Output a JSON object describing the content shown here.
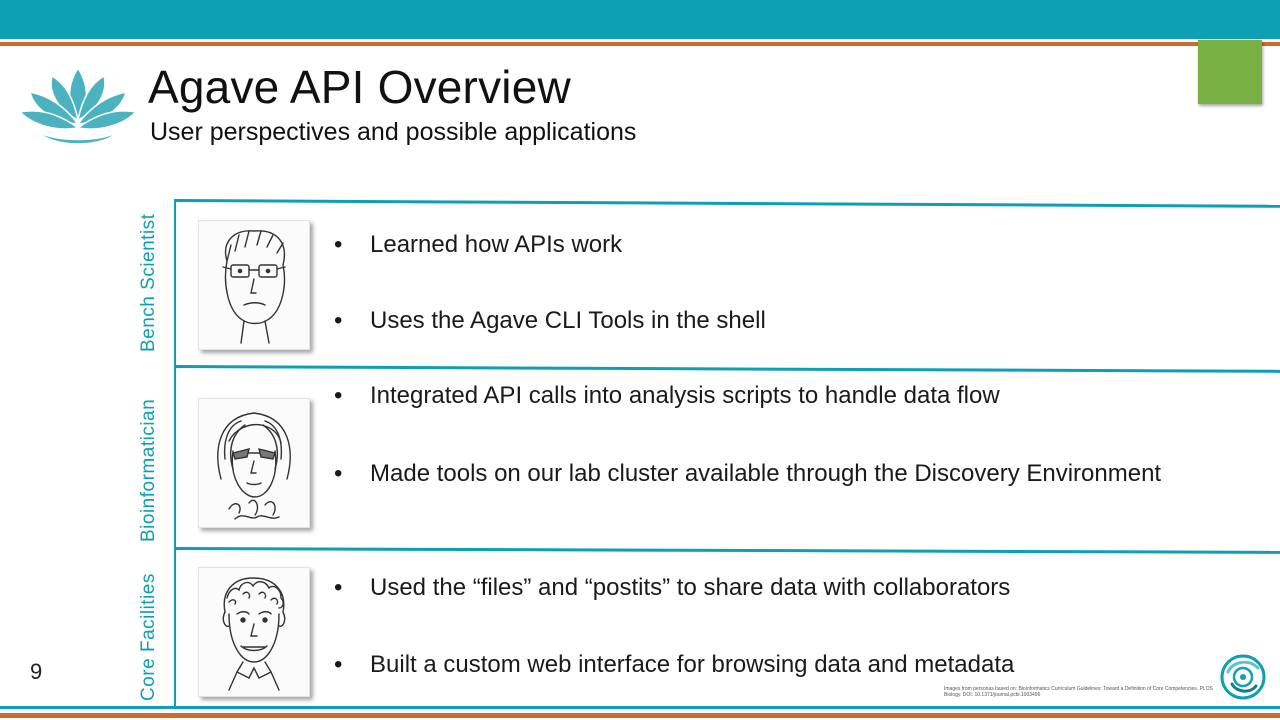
{
  "slide": {
    "title": "Agave API Overview",
    "subtitle": "User perspectives and possible applications",
    "page_number": "9",
    "footnote": "Images from personas based on: Bioinformatics Curriculum Guidelines: Toward a Definition of Core Competencies. PLOS Biology. DOI: 10.1371/journal.pcbi.1003496"
  },
  "personas": [
    {
      "label": "Bench Scientist",
      "icon": "bench-scientist-avatar-icon",
      "bullets": [
        "Learned how APIs work",
        "Uses the Agave CLI Tools in the shell"
      ]
    },
    {
      "label": "Bioinformatician",
      "icon": "bioinformatician-avatar-icon",
      "bullets": [
        "Integrated API calls into analysis scripts to handle data flow",
        "Made tools on our lab cluster available through the Discovery Environment"
      ]
    },
    {
      "label": "Core Facilities",
      "icon": "core-facilities-avatar-icon",
      "bullets": [
        "Used the “files” and “postits” to share data with collaborators",
        "Built a custom web interface for browsing data and metadata"
      ]
    }
  ],
  "colors": {
    "teal": "#0d9fb3",
    "orange": "#d2692a",
    "green": "#79b043"
  }
}
